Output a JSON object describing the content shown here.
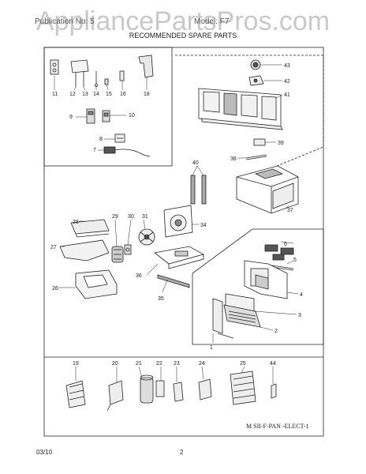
{
  "header": {
    "watermark": "AppliancePartsPros.com",
    "publication_label": "Publication No: 5",
    "model_label": "Model: F7",
    "subtitle": "RECOMMENDED SPARE PARTS"
  },
  "diagram": {
    "code": "M SII-F-PAN -ELECT-1",
    "part_numbers": [
      "11",
      "12",
      "13",
      "14",
      "15",
      "16",
      "18",
      "9",
      "10",
      "8",
      "7",
      "43",
      "42",
      "41",
      "39",
      "38",
      "40",
      "37",
      "28",
      "29",
      "30",
      "31",
      "34",
      "27",
      "36",
      "35",
      "26",
      "6",
      "5",
      "4",
      "3",
      "2",
      "1",
      "19",
      "20",
      "21",
      "22",
      "23",
      "24",
      "25",
      "44"
    ]
  },
  "footer": {
    "date": "03/10",
    "page": "2"
  },
  "colors": {
    "ink": "#222222",
    "watermark": "#c9c9c9"
  }
}
